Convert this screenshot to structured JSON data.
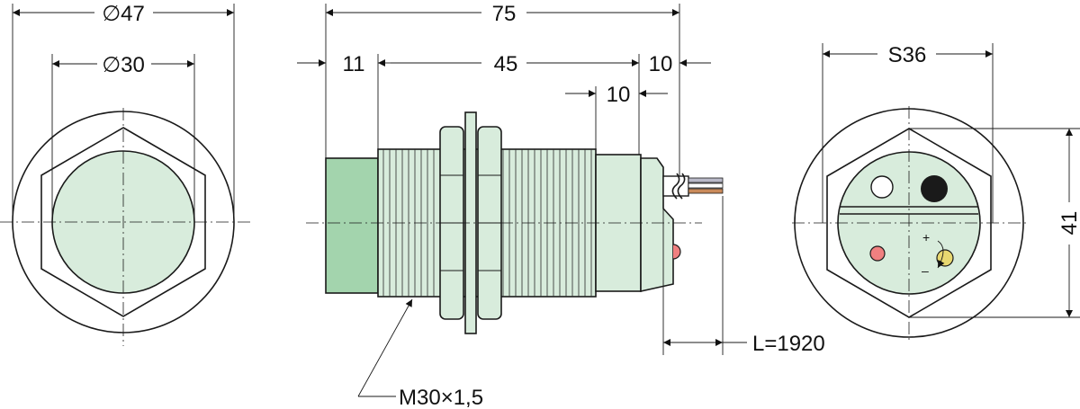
{
  "dimensions": {
    "outer_diameter": "∅47",
    "thread_diameter": "∅30",
    "total_length": "75",
    "face_length": "11",
    "thread_length": "45",
    "tail_length": "10",
    "tail_step": "10",
    "wrench_size": "S36",
    "corner_width": "41",
    "cable_length": "L=1920",
    "thread_spec": "M30×1,5"
  },
  "indicators": {
    "plus": "+",
    "minus": "–"
  },
  "colors": {
    "face_green": "#a3d4ad",
    "face_light": "#d8ecdc",
    "led_red": "#f08080",
    "pot_yellow": "#e8d870",
    "led_dark": "#1a1a1a"
  }
}
